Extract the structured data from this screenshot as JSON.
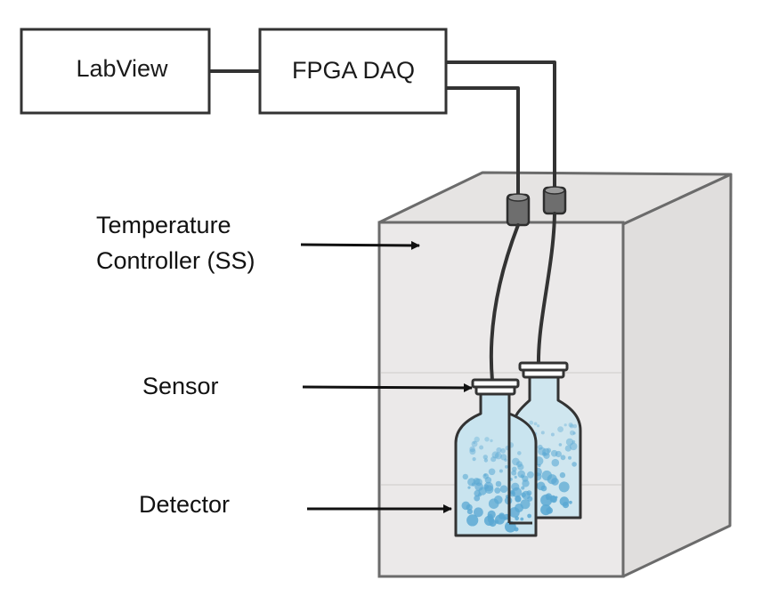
{
  "boxes": {
    "labview": "LabView",
    "fpga": "FPGA DAQ"
  },
  "labels": {
    "temperature_line1": "Temperature",
    "temperature_line2": "Controller (SS)",
    "sensor": "Sensor",
    "detector": "Detector"
  },
  "colors": {
    "box_stroke": "#333333",
    "chamber_front": "#ebe9e9",
    "chamber_side": "#e0dedd",
    "chamber_top": "#e6e4e3",
    "chamber_stroke": "#6b6b6b",
    "cable": "#333333",
    "connector": "#6e6e6e",
    "bottle_fill": "#c9e4ef",
    "bubble": "#5aa8d3"
  }
}
